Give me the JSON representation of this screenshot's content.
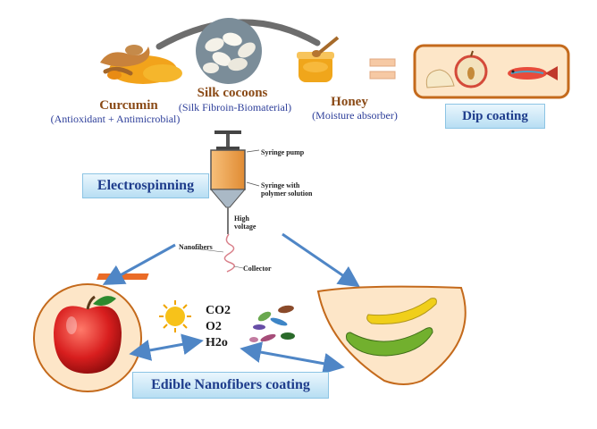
{
  "ingredients": {
    "curcumin": {
      "name": "Curcumin",
      "role": "(Antioxidant + Antimicrobial)"
    },
    "silk": {
      "name": "Silk cocoons",
      "role": "(Silk Fibroin-Biomaterial)"
    },
    "honey": {
      "name": "Honey",
      "role": "(Moisture absorber)"
    }
  },
  "dip_coating": "Dip coating",
  "electrospinning": "Electrospinning",
  "apparatus": {
    "syringe_pump": "Syringe pump",
    "syringe_line1": "Syringe with",
    "syringe_line2": "polymer solution",
    "high_voltage_line1": "High",
    "high_voltage_line2": "voltage",
    "nanofibers": "Nanofibers",
    "collector": "Collector"
  },
  "gases": {
    "co2": "CO2",
    "o2": "O2",
    "h2o": "H2o"
  },
  "edible_coating": "Edible Nanofibers coating",
  "colors": {
    "label_box_top": "#eaf6fd",
    "label_box_bottom": "#b7def3",
    "label_text": "#1f3d8c",
    "arrow": "#4f86c6",
    "dip_frame": "#c46a1c",
    "coating_fill": "#fde6c8"
  },
  "icons": [
    "turmeric-icon",
    "silk-cocoon-icon",
    "honey-jar-icon",
    "equals-icon",
    "apple-icon",
    "fish-icon",
    "syringe-icon",
    "sun-icon",
    "microbes-icon",
    "banana-icon"
  ]
}
